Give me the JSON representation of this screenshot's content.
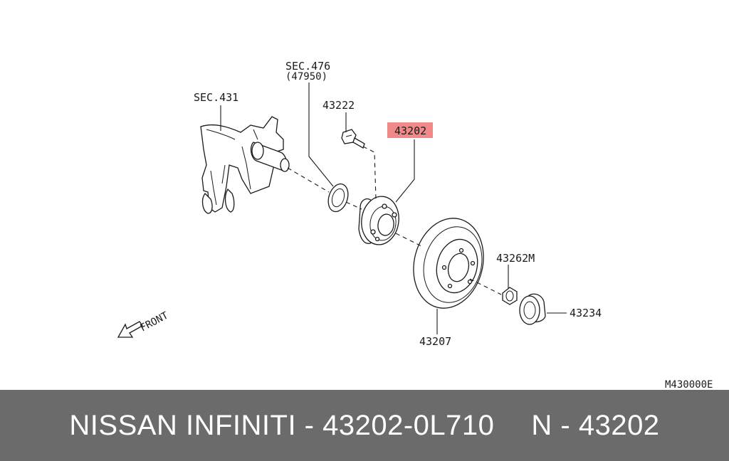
{
  "diagram": {
    "labels": {
      "sec_476": "SEC.476",
      "sec_476_sub": "(47950)",
      "sec_431": "SEC.431",
      "p43222": "43222",
      "p43202": "43202",
      "p43262m": "43262M",
      "p43234": "43234",
      "p43207": "43207",
      "front": "FRONT",
      "code": "M430000E"
    },
    "highlight_color": "#f08a8a"
  },
  "footer": {
    "left": "NISSAN INFINITI - 43202-0L710",
    "right": "N - 43202"
  }
}
